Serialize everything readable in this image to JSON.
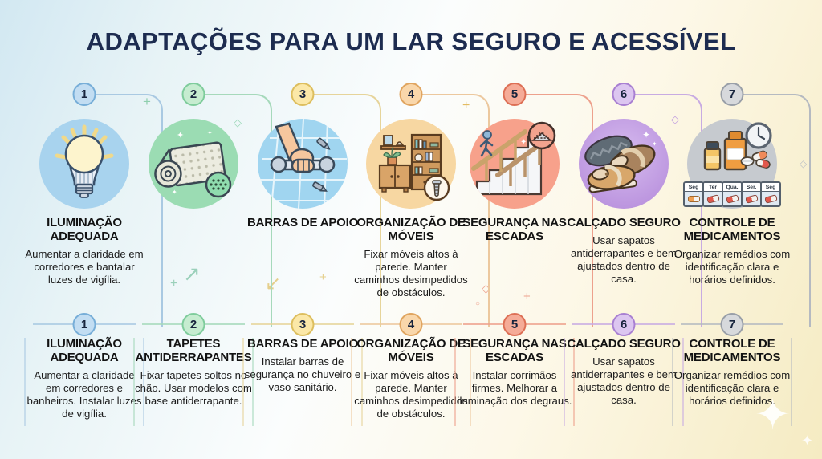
{
  "title": "ADAPTAÇÕES PARA UM LAR SEGURO E ACESSÍVEL",
  "title_color": "#1d2c50",
  "columns": [
    {
      "number": "1",
      "icon": "lightbulb-icon",
      "badge_bg": "#c2ddf2",
      "badge_border": "#77aed8",
      "accent": "#a9c9e2",
      "top": {
        "heading": "ILUMINAÇÃO ADEQUADA",
        "text": "Aumentar a claridade em corredores e bantalar luzes de vigília."
      },
      "bottom": {
        "heading": "ILUMINAÇÃO ADEQUADA",
        "text": "Aumentar a claridade em corredores e banheiros. Instalar luzes de vigília."
      }
    },
    {
      "number": "2",
      "icon": "rug-icon",
      "badge_bg": "#c6ecd0",
      "badge_border": "#7fcc9c",
      "accent": "#a6d9bb",
      "top": {
        "heading": "",
        "text": ""
      },
      "bottom": {
        "heading": "TAPETES ANTIDERRAPANTES",
        "text": "Fixar tapetes soltos no chão. Usar modelos com base antiderrapante."
      }
    },
    {
      "number": "3",
      "icon": "grab-bar-icon",
      "badge_bg": "#fbe8a8",
      "badge_border": "#ddbe5e",
      "accent": "#e6d49a",
      "top": {
        "heading": "BARRAS DE APOIO",
        "text": ""
      },
      "bottom": {
        "heading": "BARRAS DE APOIO",
        "text": "Instalar barras de segurança no chuveiro e vaso sanitário."
      }
    },
    {
      "number": "4",
      "icon": "furniture-icon",
      "badge_bg": "#f9d7ab",
      "badge_border": "#e0a560",
      "accent": "#ecc89e",
      "top": {
        "heading": "ORGANIZAÇÃO DE MÓVEIS",
        "text": "Fixar móveis altos à parede. Manter caminhos desimpedidos de obstáculos."
      },
      "bottom": {
        "heading": "ORGANIZAÇÃO DE MÓVEIS",
        "text": "Fixar móveis altos à parede. Manter caminhos desimpedidos de obstáculos."
      }
    },
    {
      "number": "5",
      "icon": "stairs-icon",
      "badge_bg": "#f5ab97",
      "badge_border": "#dd6f55",
      "accent": "#eda18d",
      "top": {
        "heading": "SEGURANÇA NAS ESCADAS",
        "text": ""
      },
      "bottom": {
        "heading": "SEGURANÇA NAS ESCADAS",
        "text": "Instalar corrimãos firmes. Melhorar a iluminação dos degraus."
      }
    },
    {
      "number": "6",
      "icon": "slippers-icon",
      "badge_bg": "#dcc6f0",
      "badge_border": "#a980d2",
      "accent": "#c8abe2",
      "top": {
        "heading": "CALÇADO SEGURO",
        "text": "Usar sapatos antiderrapantes e bem ajustados dentro de casa."
      },
      "bottom": {
        "heading": "CALÇADO SEGURO",
        "text": "Usar sapatos antiderrapantes e bem ajustados dentro de casa."
      }
    },
    {
      "number": "7",
      "icon": "medication-icon",
      "badge_bg": "#d7d9dc",
      "badge_border": "#999fa8",
      "accent": "#b5bac1",
      "top": {
        "heading": "CONTROLE DE MEDICAMENTOS",
        "text": "Organizar remédios com identificação clara e horários definidos."
      },
      "bottom": {
        "heading": "CONTROLE DE MEDICAMENTOS",
        "text": "Organizar remédios com identificação clara e horários definidos."
      }
    }
  ],
  "pill_days": [
    "Seg",
    "Ter",
    "Qua.",
    "Ser.",
    "Seg"
  ],
  "decor": {
    "plus": "+",
    "diamond": "◇",
    "circle": "○",
    "arrow_up": "↗",
    "arrow_down": "↙",
    "sparkle": "✦"
  }
}
